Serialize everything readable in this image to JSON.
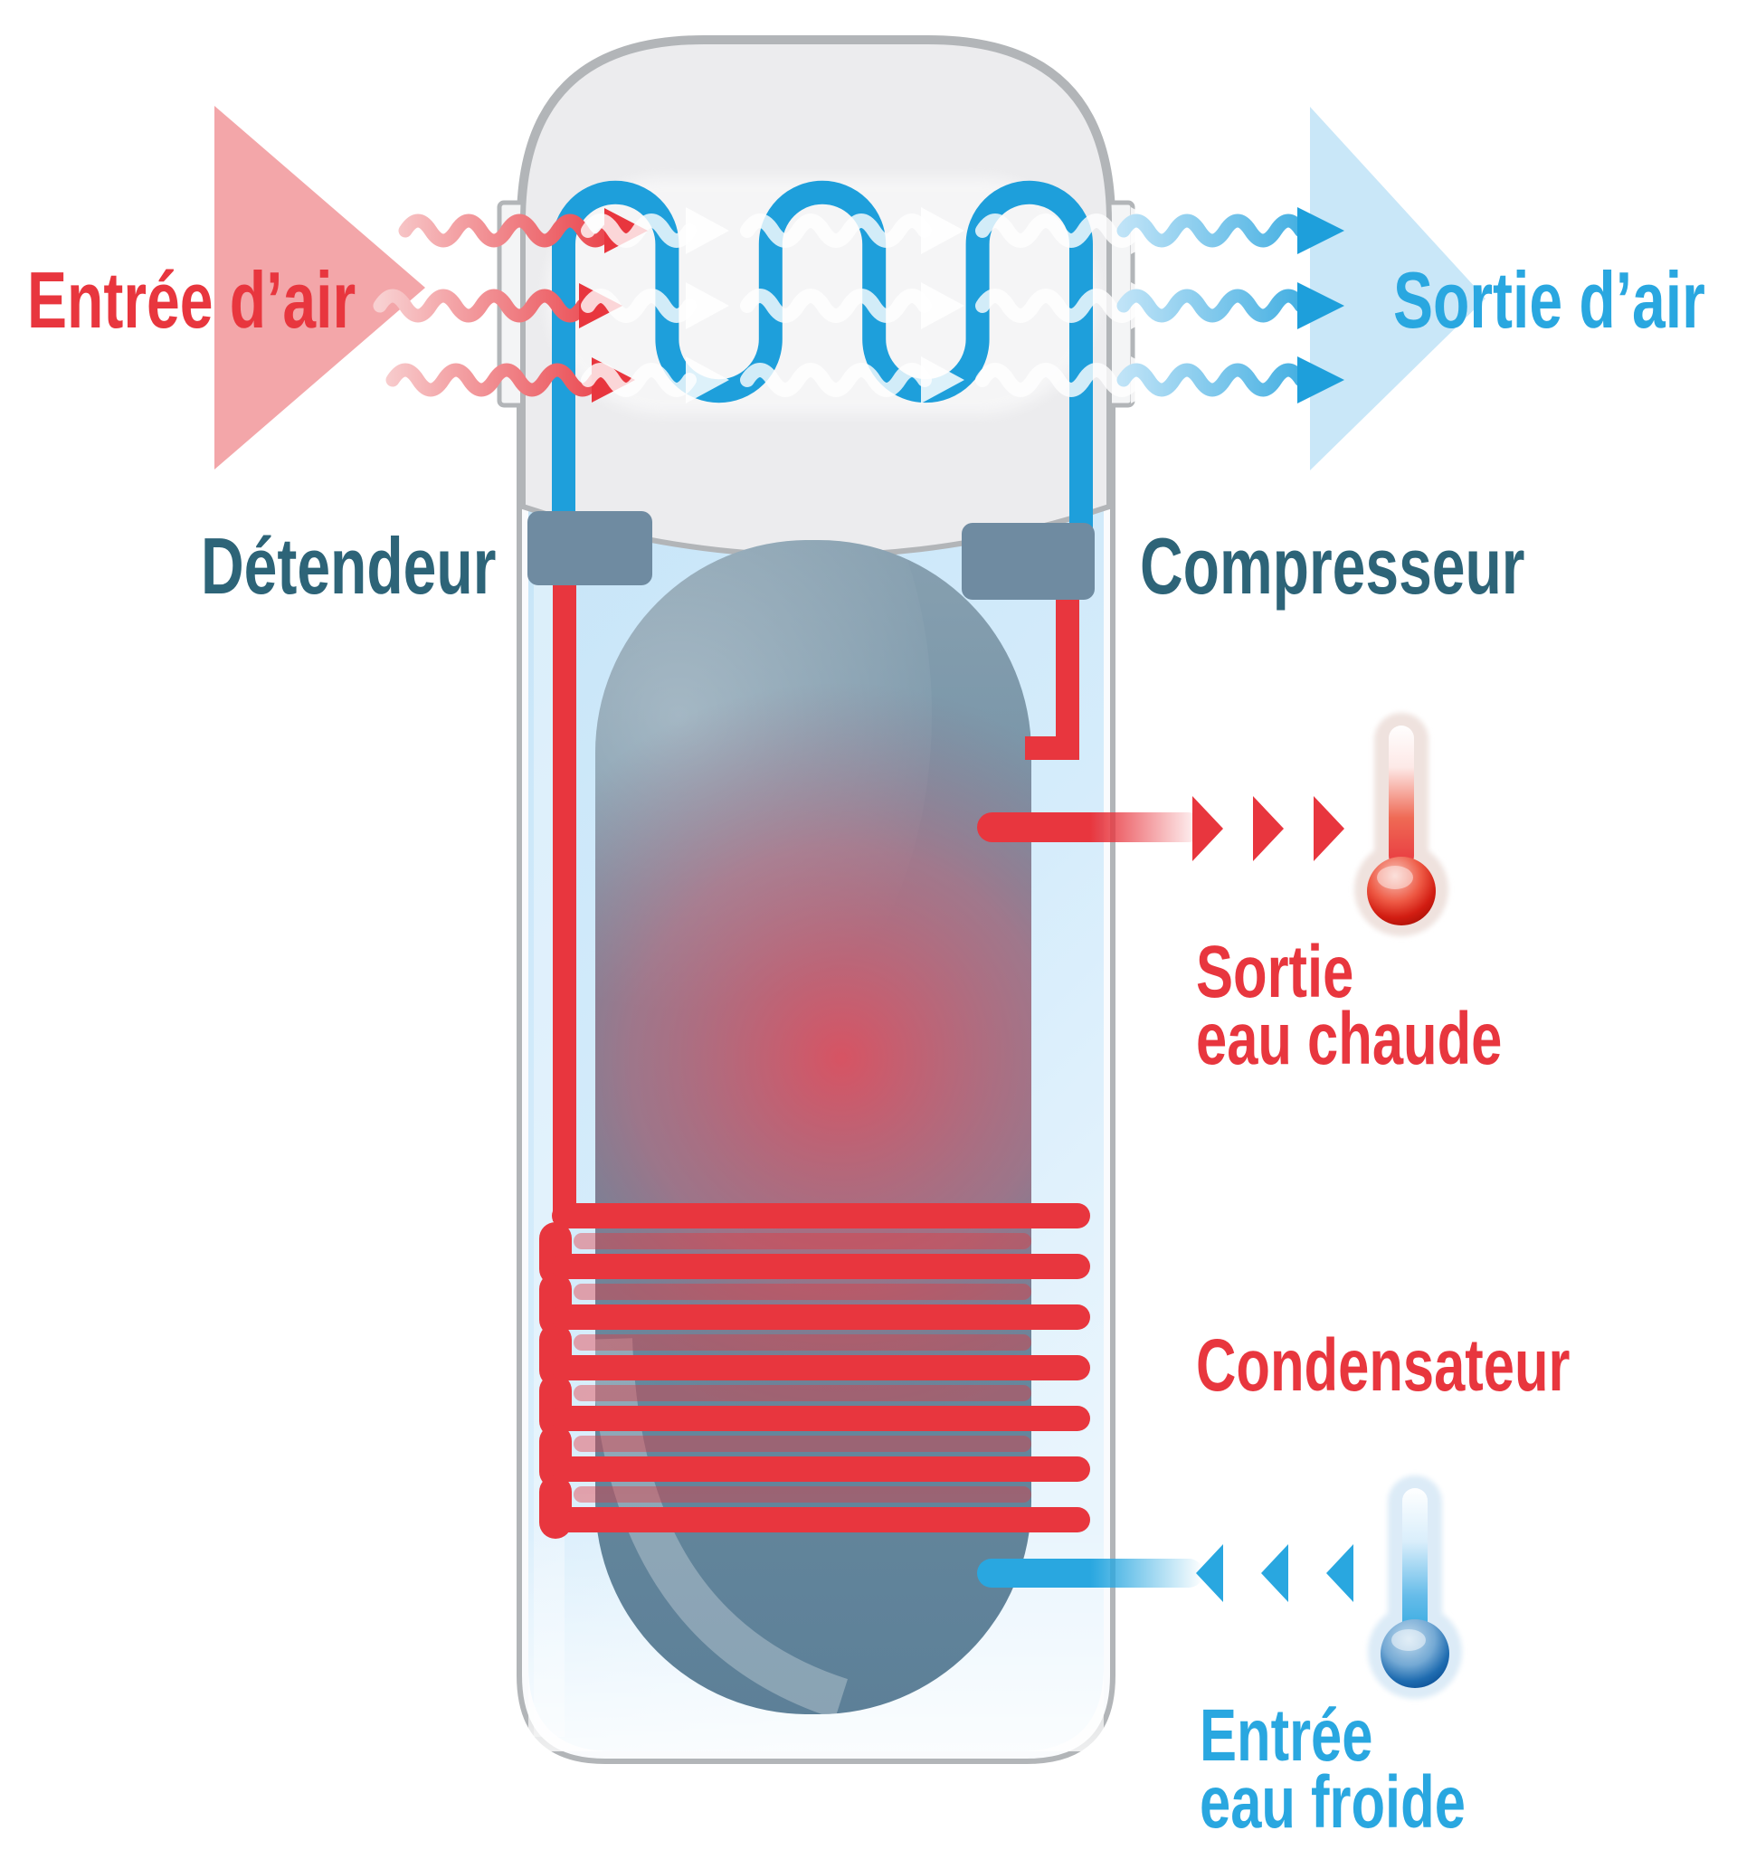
{
  "diagram": {
    "type": "heat-pump water heater (chauffe-eau thermodynamique) schematic",
    "labels": {
      "air_in": "Entrée d’air",
      "air_out": "Sortie d’air",
      "expansion_valve": "Détendeur",
      "compressor": "Compresseur",
      "hot_water_out_line1": "Sortie",
      "hot_water_out_line2": "eau chaude",
      "condenser": "Condensateur",
      "cold_water_in_line1": "Entrée",
      "cold_water_in_line2": "eau froide"
    },
    "colors": {
      "hot_red": "#e8363e",
      "hot_red_light": "#f3a6a9",
      "cold_blue": "#29a7e0",
      "cold_blue_light": "#c9e7f8",
      "pipe_blue": "#1e9fdb",
      "label_slate": "#2d6478",
      "component_slate": "#6f8ba1",
      "tank_body_slate": "#6e8ca1",
      "water_blue": "#cfe9fa",
      "casing_gray": "#ececee",
      "outline_gray": "#b2b5b8"
    },
    "icons": {
      "hot_thermometer": "thermometer-hot-icon",
      "cold_thermometer": "thermometer-cold-icon",
      "air_inlet_arrow": "air-inlet-arrow-icon",
      "air_outlet_arrow": "air-outlet-arrow-icon"
    }
  }
}
